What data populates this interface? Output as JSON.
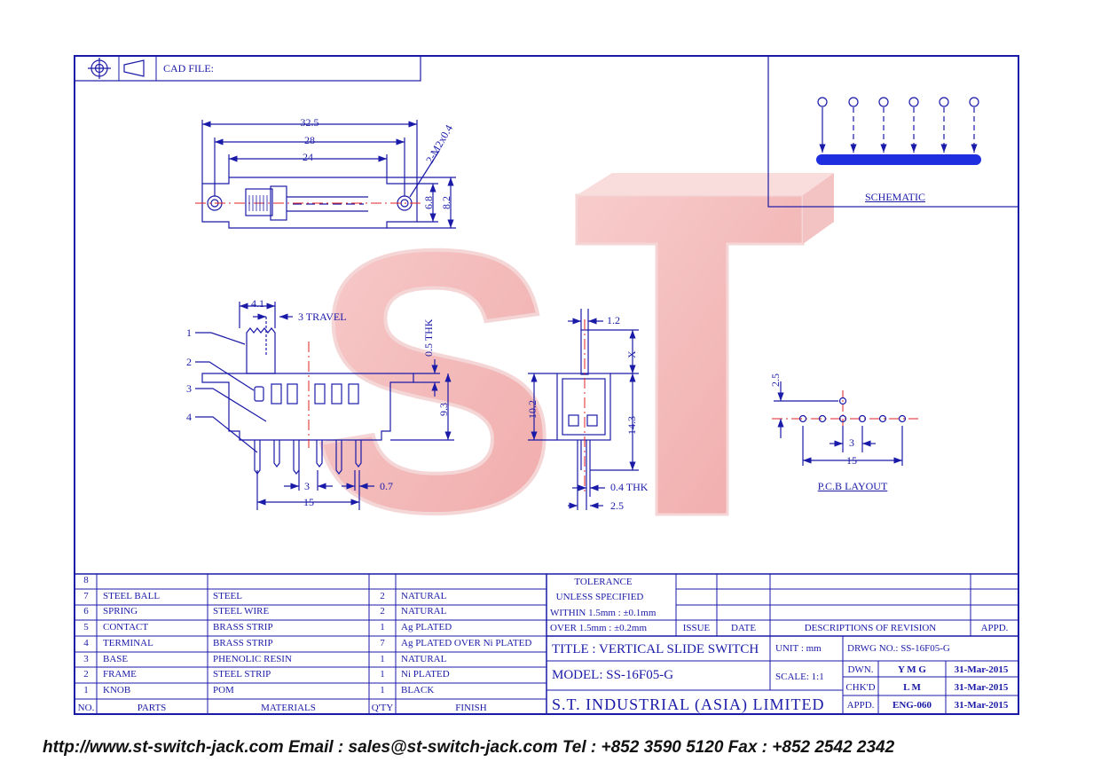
{
  "header": {
    "cad_file_label": "CAD FILE:"
  },
  "top_view": {
    "dim_overall": "32.5",
    "dim_mid": "28",
    "dim_inner": "24",
    "dim_screw": "2-M2x0.4",
    "dim_h1": "6.8",
    "dim_h2": "8.2"
  },
  "side_view": {
    "dim_knob": "4.1",
    "dim_travel": "3 TRAVEL",
    "dim_thk": "0.5 THK",
    "dim_body_h": "9.3",
    "dim_pitch": "3",
    "dim_pin": "0.7",
    "dim_span": "15",
    "callouts": [
      "1",
      "2",
      "3",
      "4"
    ]
  },
  "end_view": {
    "dim_top": "1.2",
    "dim_x": "X",
    "dim_body": "10.2",
    "dim_total": "14.3",
    "dim_pin_thk": "0.4 THK",
    "dim_pin_w": "2.5"
  },
  "schematic": {
    "title": "SCHEMATIC"
  },
  "pcb": {
    "title": "P.C.B LAYOUT",
    "dim_row": "2.5",
    "dim_pitch": "3",
    "dim_span": "15"
  },
  "bom": {
    "headers": {
      "no": "NO.",
      "parts": "PARTS",
      "materials": "MATERIALS",
      "qty": "Q'TY",
      "finish": "FINISH"
    },
    "rows": [
      {
        "no": "8",
        "part": "",
        "material": "",
        "qty": "",
        "finish": ""
      },
      {
        "no": "7",
        "part": "STEEL BALL",
        "material": "STEEL",
        "qty": "2",
        "finish": "NATURAL"
      },
      {
        "no": "6",
        "part": "SPRING",
        "material": "STEEL WIRE",
        "qty": "2",
        "finish": "NATURAL"
      },
      {
        "no": "5",
        "part": "CONTACT",
        "material": "BRASS STRIP",
        "qty": "1",
        "finish": "Ag PLATED"
      },
      {
        "no": "4",
        "part": "TERMINAL",
        "material": "BRASS STRIP",
        "qty": "7",
        "finish": "Ag PLATED OVER Ni PLATED"
      },
      {
        "no": "3",
        "part": "BASE",
        "material": "PHENOLIC RESIN",
        "qty": "1",
        "finish": "NATURAL"
      },
      {
        "no": "2",
        "part": "FRAME",
        "material": "STEEL STRIP",
        "qty": "1",
        "finish": "Ni PLATED"
      },
      {
        "no": "1",
        "part": "KNOB",
        "material": "POM",
        "qty": "1",
        "finish": "BLACK"
      }
    ]
  },
  "tolerance": {
    "line1": "TOLERANCE",
    "line2": "UNLESS SPECIFIED",
    "line3": "WITHIN 1.5mm : ±0.1mm",
    "line4": "OVER 1.5mm : ±0.2mm"
  },
  "revision": {
    "issue": "ISSUE",
    "date": "DATE",
    "desc": "DESCRIPTIONS OF REVISION",
    "appd": "APPD."
  },
  "title_block": {
    "title": "TITLE : VERTICAL SLIDE SWITCH",
    "unit": "UNIT : mm",
    "drwg_no": "DRWG NO.: SS-16F05-G",
    "model": "MODEL: SS-16F05-G",
    "scale": "SCALE: 1:1",
    "company": "S.T. INDUSTRIAL (ASIA) LIMITED",
    "dwn_label": "DWN.",
    "dwn_name": "Y M G",
    "dwn_date": "31-Mar-2015",
    "chkd_label": "CHK'D",
    "chkd_name": "L M",
    "chkd_date": "31-Mar-2015",
    "appd_label": "APPD.",
    "appd_name": "ENG-060",
    "appd_date": "31-Mar-2015"
  },
  "watermark": {
    "text": "ST"
  },
  "footer": {
    "contact": "http://www.st-switch-jack.com  Email : sales@st-switch-jack.com  Tel : +852 3590 5120  Fax : +852 2542 2342"
  },
  "colors": {
    "line": "#1a1aa8",
    "schematic_bar": "#1f2fe0",
    "watermark": "#f0a6a6",
    "center_line": "#e02020"
  }
}
